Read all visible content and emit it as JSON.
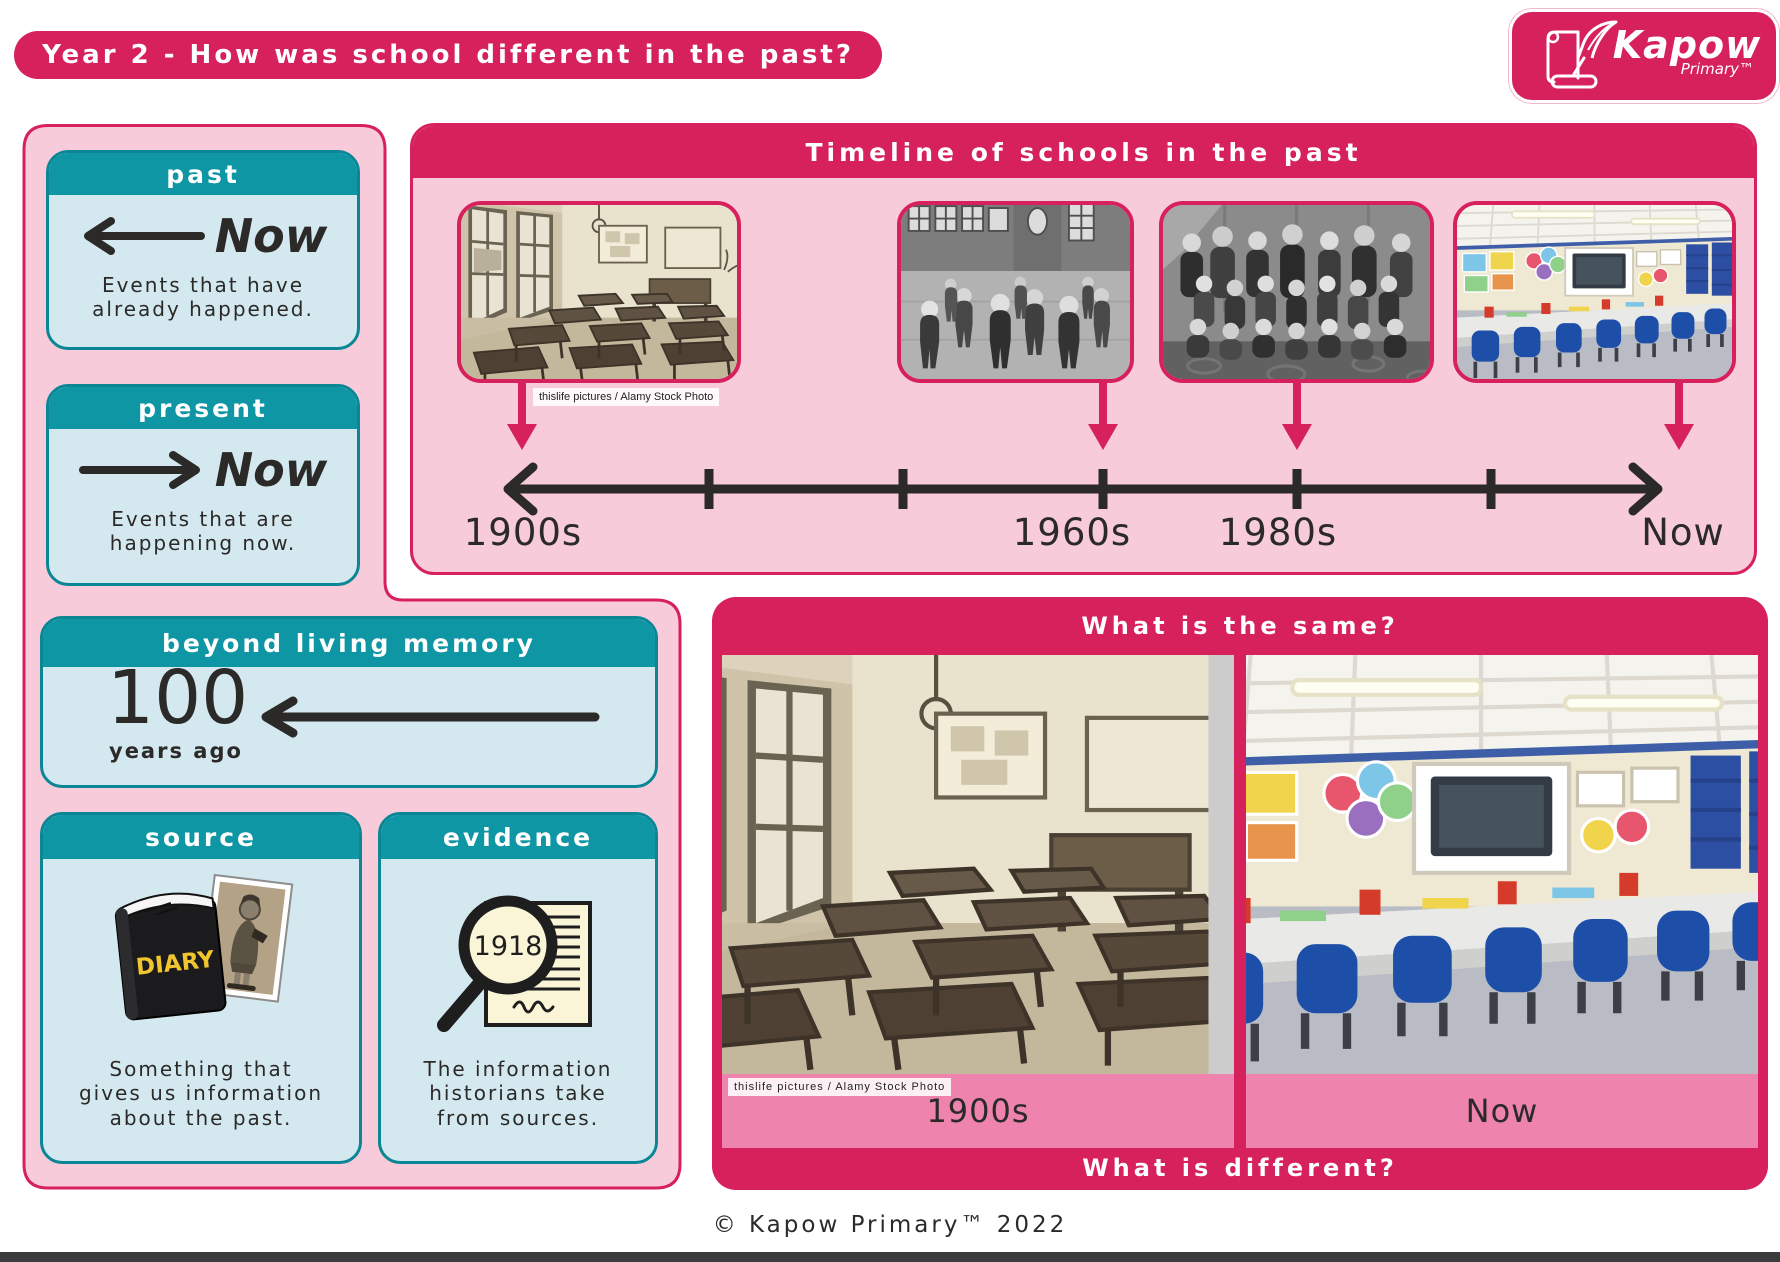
{
  "page": {
    "title": "Year 2 - How was school different in the past?",
    "copyright": "© Kapow Primary™ 2022"
  },
  "brand": {
    "name": "Kapow",
    "subname": "Primary™",
    "color": "#d6215c"
  },
  "colors": {
    "crimson": "#d6215c",
    "panel_pink": "#f8cbdb",
    "label_pink": "#ee84ad",
    "teal": "#0e96a4",
    "light_blue": "#d4e8ef",
    "ink": "#2b2a28"
  },
  "cards": {
    "past": {
      "title": "past",
      "now_label": "Now",
      "description": "Events that have already happened."
    },
    "present": {
      "title": "present",
      "now_label": "Now",
      "description": "Events that are happening now."
    },
    "beyond_living_memory": {
      "title": "beyond living memory",
      "value": "100",
      "unit": "years ago"
    },
    "source": {
      "title": "source",
      "diary_label": "DIARY",
      "description": "Something that gives us information about the past."
    },
    "evidence": {
      "title": "evidence",
      "magnifier_label": "1918",
      "description": "The information historians take from sources."
    }
  },
  "timeline": {
    "title": "Timeline of schools in the past",
    "attribution": "thislife pictures / Alamy Stock Photo",
    "axis_labels": [
      "1900s",
      "1960s",
      "1980s",
      "Now"
    ],
    "photos": [
      {
        "name": "classroom-1900s"
      },
      {
        "name": "playground-1960s"
      },
      {
        "name": "class-photo-1980s"
      },
      {
        "name": "classroom-now"
      }
    ]
  },
  "comparison": {
    "question_same": "What is the same?",
    "question_different": "What is different?",
    "attribution": "thislife pictures / Alamy Stock Photo",
    "left_label": "1900s",
    "right_label": "Now"
  }
}
